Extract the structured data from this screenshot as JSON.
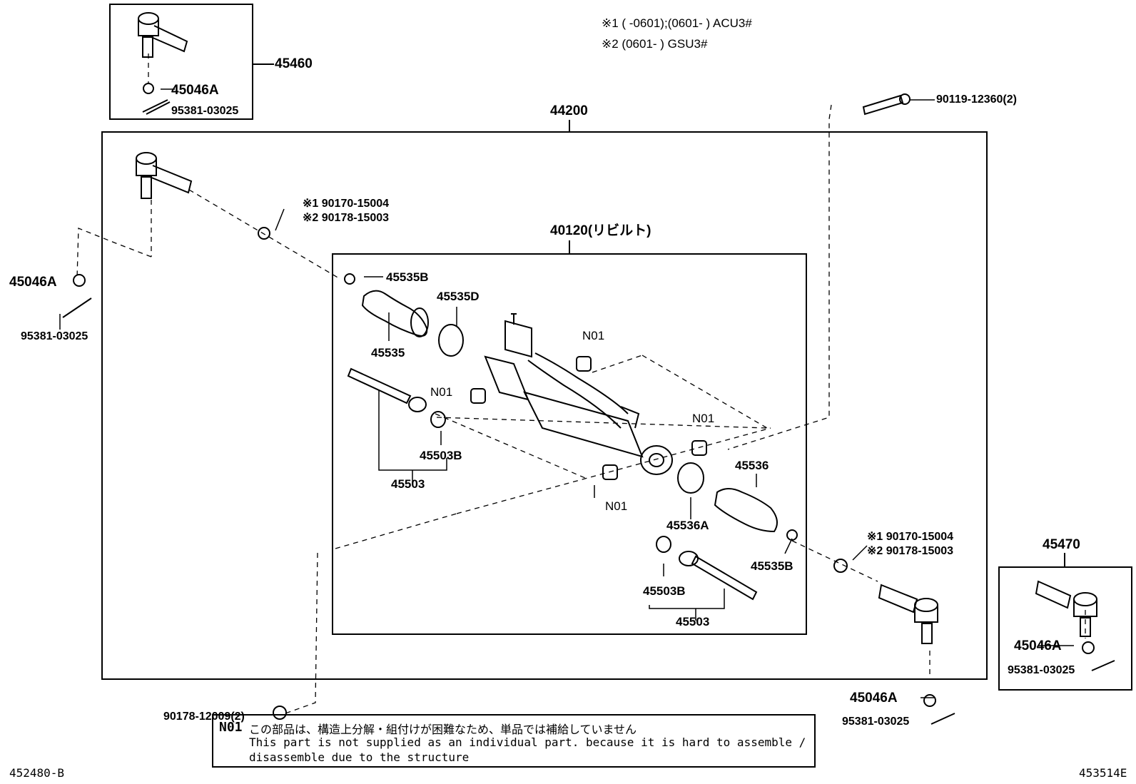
{
  "legend": {
    "line1": "※1 (     -0601);(0601-     ) ACU3#",
    "line2": "※2 (0601-     ) GSU3#"
  },
  "parts": {
    "p45460": "45460",
    "p45046a_top": "45046A",
    "p95381_top": "95381-03025",
    "p44200": "44200",
    "p90119": "90119-12360(2)",
    "p45046a_left": "45046A",
    "p95381_left": "95381-03025",
    "nut_left_1": "※1 90170-15004",
    "nut_left_2": "※2 90178-15003",
    "p40120": "40120(リビルト)",
    "p45535b_top": "45535B",
    "p45535d": "45535D",
    "p45535": "45535",
    "n01_a": "N01",
    "n01_b": "N01",
    "n01_c": "N01",
    "n01_d": "N01",
    "p45503b_left": "45503B",
    "p45503_left": "45503",
    "p45536": "45536",
    "p45536a": "45536A",
    "p45535b_bottom": "45535B",
    "p45503b_right": "45503B",
    "p45503_right": "45503",
    "nut_right_1": "※1 90170-15004",
    "nut_right_2": "※2 90178-15003",
    "p45470": "45470",
    "p45046a_box": "45046A",
    "p95381_box": "95381-03025",
    "p45046a_bottom": "45046A",
    "p95381_bottom": "95381-03025",
    "p90178": "90178-12009(2)"
  },
  "note": {
    "code": "N01",
    "japanese": "この部品は、構造上分解・組付けが困難なため、単品では補給していません",
    "english_line1": "This part is not supplied as an individual part. because it is hard to assemble /",
    "english_line2": "disassemble due to the structure"
  },
  "footer": {
    "left_code": "452480-B",
    "right_code": "453514E"
  }
}
